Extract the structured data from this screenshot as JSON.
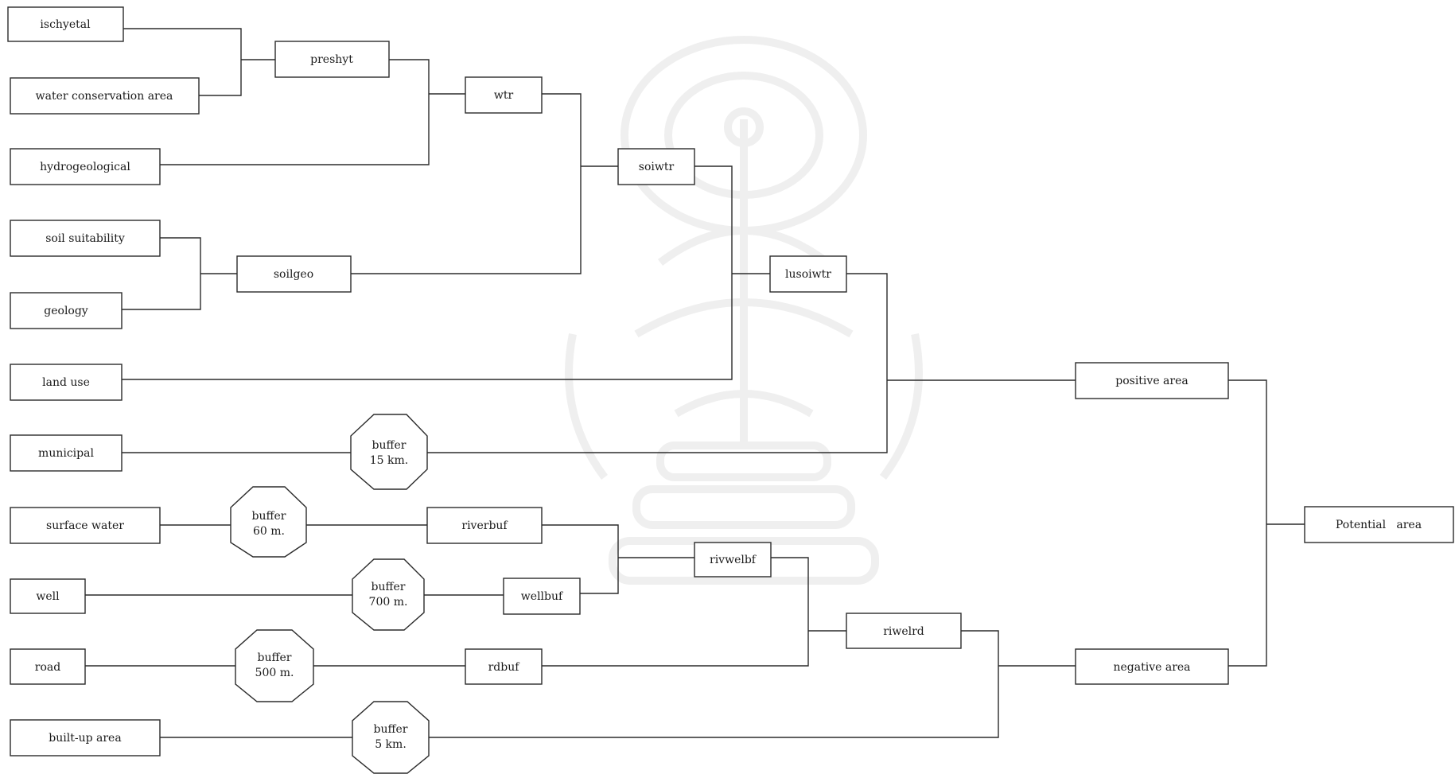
{
  "nodes": {
    "ischyetal": "ischyetal",
    "water_conservation_area": "water conservation area",
    "hydrogeological": "hydrogeological",
    "soil_suitability": "soil suitability",
    "geology": "geology",
    "land_use": "land use",
    "municipal": "municipal",
    "surface_water": "surface water",
    "well": "well",
    "road": "road",
    "built_up_area": "built-up area",
    "preshyt": "preshyt",
    "wtr": "wtr",
    "soiwtr": "soiwtr",
    "soilgeo": "soilgeo",
    "lusoiwtr": "lusoiwtr",
    "riverbuf": "riverbuf",
    "wellbuf": "wellbuf",
    "rivwelbf": "rivwelbf",
    "rdbuf": "rdbuf",
    "riwelrd": "riwelrd",
    "positive_area": "positive area",
    "negative_area": "negative area",
    "potential_area": "Potential   area"
  },
  "buffers": {
    "municipal": {
      "line1": "buffer",
      "line2": "15 km."
    },
    "surface_water": {
      "line1": "buffer",
      "line2": "60 m."
    },
    "well": {
      "line1": "buffer",
      "line2": "700 m."
    },
    "road": {
      "line1": "buffer",
      "line2": "500 m."
    },
    "built_up": {
      "line1": "buffer",
      "line2": "5 km."
    }
  },
  "watermark": {
    "type": "university-seal"
  }
}
